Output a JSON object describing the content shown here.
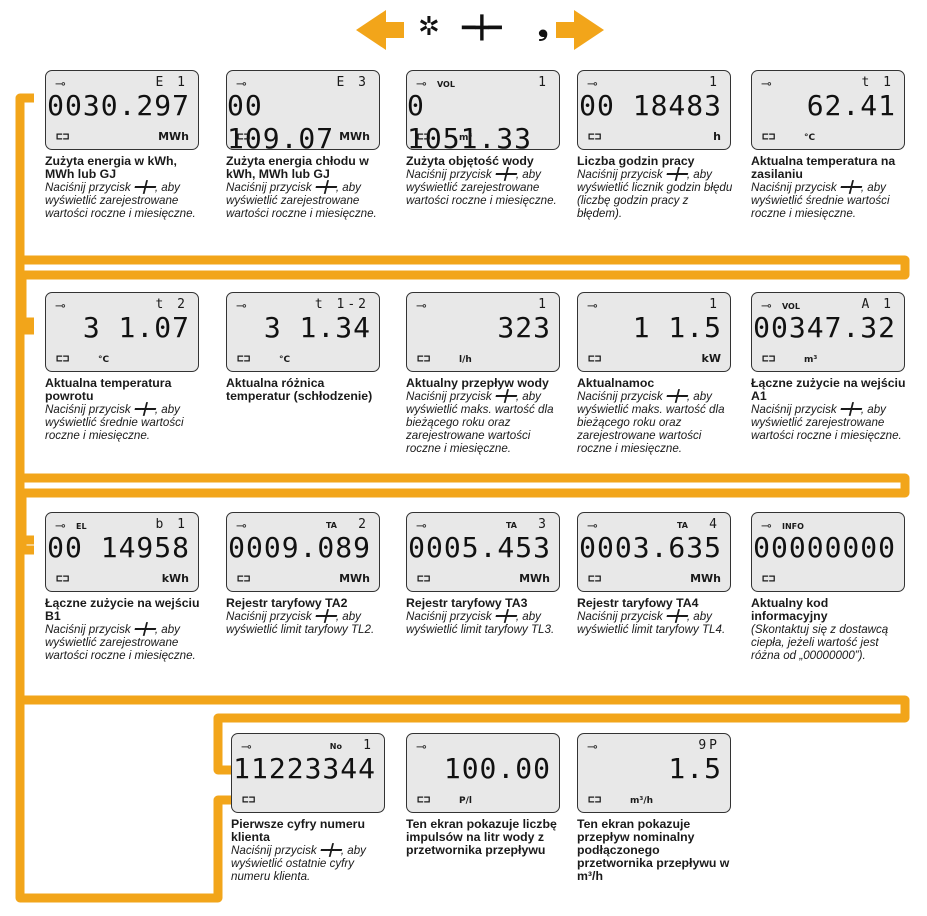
{
  "colors": {
    "flow": "#f2a51a",
    "lcd_bg": "#e8e8e8"
  },
  "nav": {
    "left_icon": "arrow-left-icon",
    "right_icon": "arrow-right-icon",
    "sym1": "✲",
    "sym2": "━╋━",
    "sym3": "❟"
  },
  "rows": [
    [
      {
        "digits": "0030.297",
        "code": "E 1",
        "plug_label": "",
        "code_label": "",
        "unit": "MWh",
        "unit_mid": "",
        "title": "Zużyta energia w kWh, MWh lub GJ",
        "desc": "Naciśnij przycisk ━╋━, aby wyświetlić zarejestrowane wartości roczne i miesięczne."
      },
      {
        "digits": "00 109.07",
        "code": "E 3",
        "plug_label": "",
        "code_label": "",
        "unit": "MWh",
        "unit_mid": "",
        "title": "Zużyta energia chłodu w kWh, MWh lub GJ",
        "desc": "Naciśnij przycisk ━╋━, aby wyświetlić zarejestrowane wartości roczne i miesięczne."
      },
      {
        "digits": "0 1051.33",
        "code": "1",
        "plug_label": "VOL",
        "code_label": "",
        "unit": "",
        "unit_mid": "m³",
        "title": "Zużyta objętość wody",
        "desc": "Naciśnij przycisk ━╋━, aby wyświetlić zarejestrowane wartości roczne i miesięczne."
      },
      {
        "digits": "00 18483",
        "code": "1",
        "plug_label": "",
        "code_label": "",
        "unit": "h",
        "unit_mid": "",
        "title": "Liczba godzin pracy",
        "desc": "Naciśnij przycisk ━╋━, aby wyświetlić licznik godzin błędu (liczbę godzin pracy z błędem)."
      },
      {
        "digits": "62.41",
        "code": "t 1",
        "plug_label": "",
        "code_label": "",
        "unit": "",
        "unit_mid": "°C",
        "title": "Aktualna temperatura na zasilaniu",
        "desc": "Naciśnij przycisk ━╋━, aby wyświetlić średnie wartości roczne i miesięczne."
      }
    ],
    [
      {
        "digits": "3 1.07",
        "code": "t 2",
        "plug_label": "",
        "code_label": "",
        "unit": "",
        "unit_mid": "°C",
        "title": "Aktualna temperatura powrotu",
        "desc": "Naciśnij przycisk ━╋━, aby wyświetlić średnie wartości roczne i miesięczne."
      },
      {
        "digits": "3 1.34",
        "code": "t 1-2",
        "plug_label": "",
        "code_label": "",
        "unit": "",
        "unit_mid": "°C",
        "title": "Aktualna różnica temperatur (schłodzenie)",
        "desc": ""
      },
      {
        "digits": "323",
        "code": "1",
        "plug_label": "",
        "code_label": "",
        "unit": "",
        "unit_mid": "l/h",
        "title": "Aktualny przepływ wody",
        "desc": "Naciśnij przycisk ━╋━, aby wyświetlić maks. wartość dla bieżącego roku oraz zarejestrowane wartości roczne i miesięczne."
      },
      {
        "digits": "1 1.5",
        "code": "1",
        "plug_label": "",
        "code_label": "",
        "unit": "kW",
        "unit_mid": "",
        "title": "Aktualnamoc",
        "desc": "Naciśnij przycisk ━╋━, aby wyświetlić maks. wartość dla bieżącego roku oraz zarejestrowane wartości roczne i miesięczne."
      },
      {
        "digits": "00347.32",
        "code": "A 1",
        "plug_label": "VOL",
        "code_label": "",
        "unit": "",
        "unit_mid": "m³",
        "title": "Łączne zużycie na wejściu A1",
        "desc": "Naciśnij przycisk ━╋━, aby wyświetlić zarejestrowane wartości roczne i miesięczne."
      }
    ],
    [
      {
        "digits": "00 14958",
        "code": "b 1",
        "plug_label": "EL",
        "code_label": "",
        "unit": "kWh",
        "unit_mid": "",
        "title": "Łączne zużycie na wejściu B1",
        "desc": "Naciśnij przycisk ━╋━, aby wyświetlić zarejestrowane wartości roczne i miesięczne."
      },
      {
        "digits": "0009.089",
        "code": "2",
        "plug_label": "",
        "code_label": "TA",
        "unit": "MWh",
        "unit_mid": "",
        "title": "Rejestr taryfowy TA2",
        "desc": "Naciśnij przycisk ━╋━, aby wyświetlić limit taryfowy TL2."
      },
      {
        "digits": "0005.453",
        "code": "3",
        "plug_label": "",
        "code_label": "TA",
        "unit": "MWh",
        "unit_mid": "",
        "title": "Rejestr taryfowy TA3",
        "desc": "Naciśnij przycisk ━╋━, aby wyświetlić limit taryfowy TL3."
      },
      {
        "digits": "0003.635",
        "code": "4",
        "plug_label": "",
        "code_label": "TA",
        "unit": "MWh",
        "unit_mid": "",
        "title": "Rejestr taryfowy TA4",
        "desc": "Naciśnij przycisk ━╋━, aby wyświetlić limit taryfowy TL4."
      },
      {
        "digits": "00000000",
        "code": "",
        "plug_label": "INFO",
        "code_label": "",
        "unit": "",
        "unit_mid": "",
        "title": "Aktualny kod informacyjny",
        "desc": "(Skontaktuj się z dostawcą ciepła, jeżeli wartość jest różna od „00000000”)."
      }
    ],
    [
      {
        "digits": "11223344",
        "code": "1",
        "plug_label": "",
        "code_label": "No",
        "unit": "",
        "unit_mid": "",
        "title": "Pierwsze cyfry numeru klienta",
        "desc": "Naciśnij przycisk ━╋━, aby wyświetlić ostatnie cyfry numeru klienta."
      },
      {
        "digits": "100.00",
        "code": "",
        "plug_label": "",
        "code_label": "",
        "unit": "",
        "unit_mid": "P/l",
        "title": "Ten ekran pokazuje liczbę impulsów na litr wody z przetwornika przepływu",
        "desc": ""
      },
      {
        "digits": "1.5",
        "code": "9P",
        "plug_label": "",
        "code_label": "",
        "unit": "",
        "unit_mid": "m³/h",
        "title": "Ten ekran pokazuje przepływ nominalny podłączonego przetwornika przepływu w m³/h",
        "desc": ""
      }
    ]
  ]
}
